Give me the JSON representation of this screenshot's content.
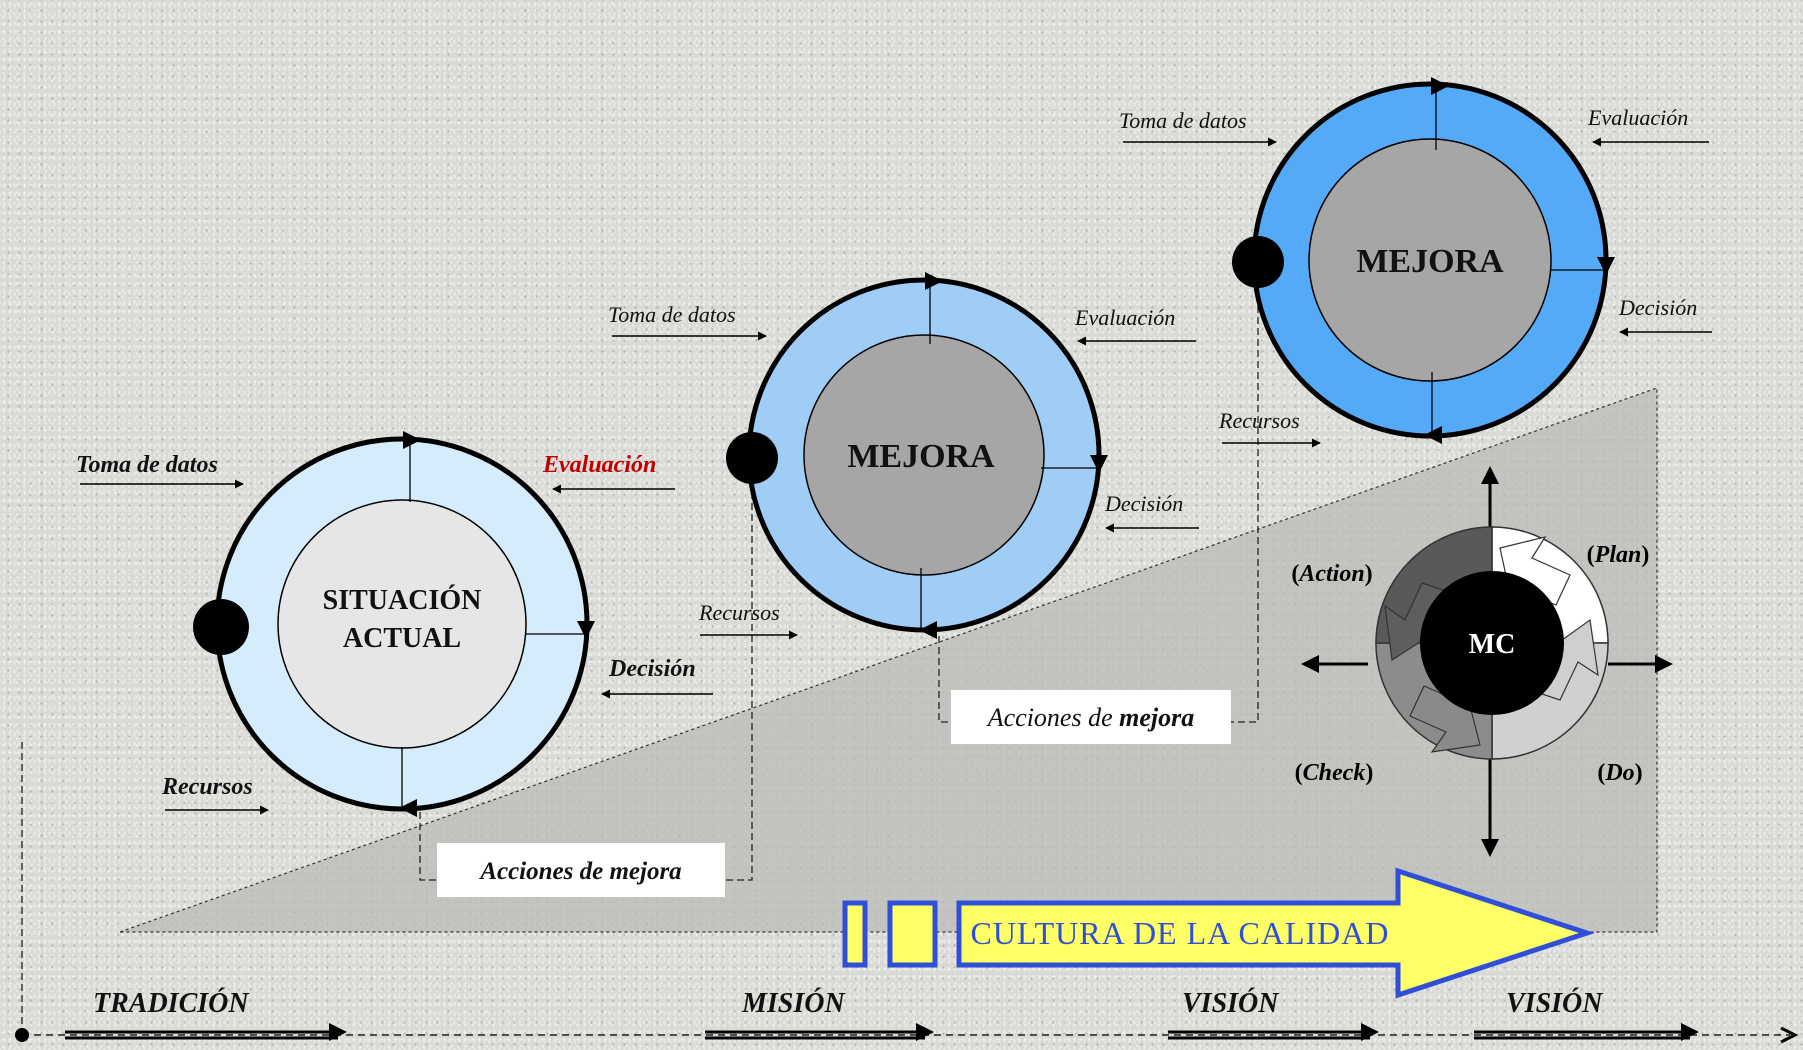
{
  "colors": {
    "cycle1_ring": "#d4ecfb",
    "cycle2_ring": "#9fcdf6",
    "cycle3_ring": "#55aaf7",
    "banner_fill": "#ffff66",
    "banner_stroke": "#2f4fd8",
    "banner_text": "#2f4fd8",
    "highlight_red": "#c00000"
  },
  "cycle1": {
    "center": [
      "SITUACIÓN",
      "ACTUAL"
    ],
    "toma": "Toma de datos",
    "evaluacion": "Evaluación",
    "decision": "Decisión",
    "recursos": "Recursos"
  },
  "cycle2": {
    "center": "MEJORA",
    "toma": "Toma de datos",
    "evaluacion": "Evaluación",
    "decision": "Decisión",
    "recursos": "Recursos"
  },
  "cycle3": {
    "center": "MEJORA",
    "toma": "Toma de datos",
    "evaluacion": "Evaluación",
    "decision": "Decisión",
    "recursos": "Recursos"
  },
  "acciones1": "Acciones de mejora",
  "acciones2": {
    "prefix": "Acciones de ",
    "bold": "mejora"
  },
  "pdca": {
    "center": "MC",
    "plan": "Plan",
    "do": "Do",
    "check": "Check",
    "action": "Action",
    "paren_open": "(",
    "paren_close": ")"
  },
  "banner": "CULTURA DE LA CALIDAD",
  "timeline": [
    "TRADICIÓN",
    "MISIÓN",
    "VISIÓN",
    "VISIÓN"
  ],
  "icons": [
    "cycle-arrow-icon",
    "pdca-wheel-icon",
    "compass-arrow-icon",
    "block-arrow-icon"
  ]
}
